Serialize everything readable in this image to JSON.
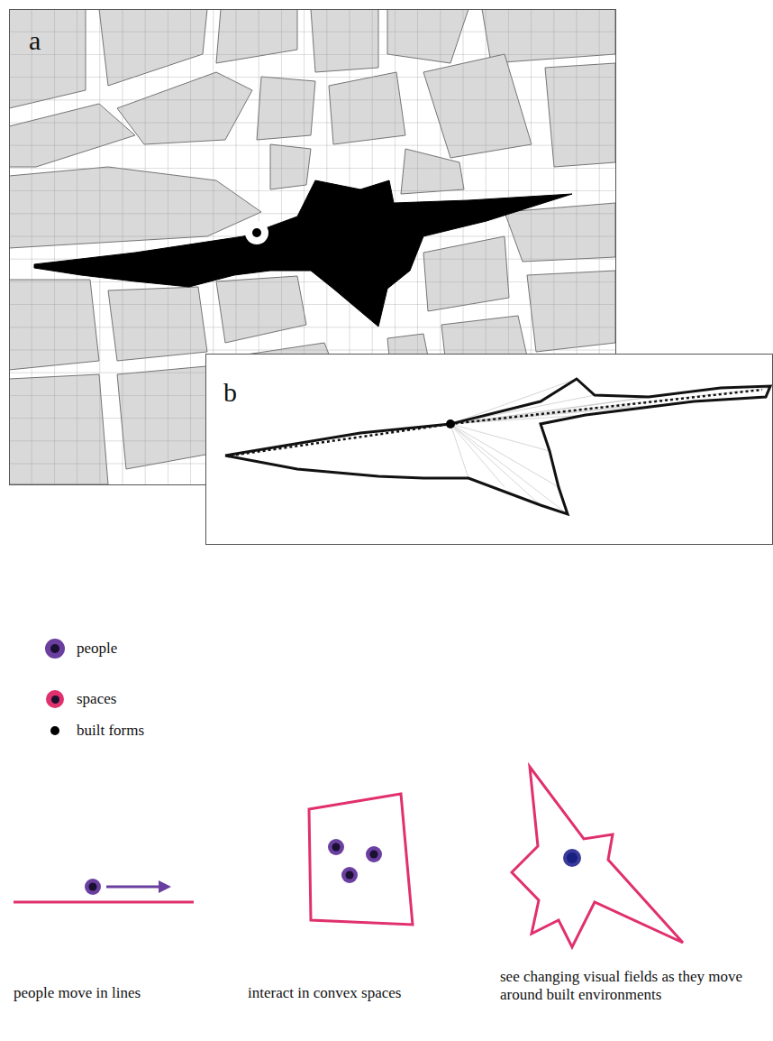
{
  "diagram": {
    "nodes": [
      {
        "text": [
          "a"
        ]
      },
      {
        "text": [
          "b"
        ]
      }
    ],
    "labels": [
      "people move in lines",
      "interact in convex spaces",
      "see changing visual fields as they move around built environments"
    ],
    "legend": [
      {
        "text": "people",
        "color": "#6a3fa0"
      },
      {
        "text": "spaces",
        "color": "#e0306e"
      },
      {
        "text": "built forms",
        "color": "#000000"
      }
    ]
  }
}
